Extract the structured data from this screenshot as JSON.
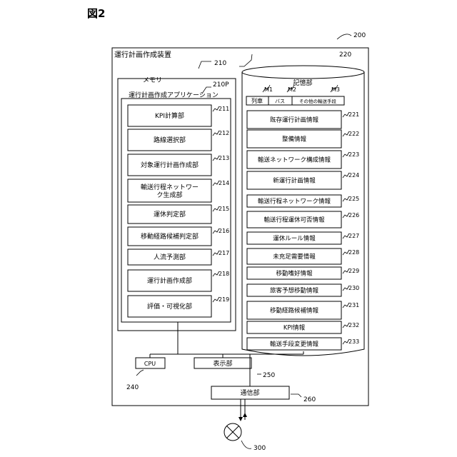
{
  "figure_label": "図2",
  "device": {
    "title": "運行計画作成装置",
    "ref": "200"
  },
  "memory": {
    "title": "メモリ",
    "ref": "210"
  },
  "application": {
    "title": "運行計画作成アプリケーション",
    "ref": "210P",
    "modules": [
      {
        "label": "KPI計算部",
        "ref": "211"
      },
      {
        "label": "路線選択部",
        "ref": "212"
      },
      {
        "label": "対象運行計画作成部",
        "ref": "213"
      },
      {
        "label": "輸送行程ネットワーク生成部",
        "ref": "214"
      },
      {
        "label": "運休判定部",
        "ref": "215"
      },
      {
        "label": "移動経路候補判定部",
        "ref": "216"
      },
      {
        "label": "人流予測部",
        "ref": "217"
      },
      {
        "label": "運行計画作成部",
        "ref": "218"
      },
      {
        "label": "評価・可視化部",
        "ref": "219"
      }
    ]
  },
  "storage": {
    "title": "記憶部",
    "ref": "220",
    "mode_tabs": [
      {
        "label": "列車",
        "ref": "M1"
      },
      {
        "label": "バス",
        "ref": "M2"
      },
      {
        "label": "その他の輸送手段",
        "ref": "M3"
      }
    ],
    "items": [
      {
        "label": "既存運行計画情報",
        "ref": "221"
      },
      {
        "label": "整備情報",
        "ref": "222"
      },
      {
        "label": "輸送ネットワーク構成情報",
        "ref": "223"
      },
      {
        "label": "新運行計画情報",
        "ref": "224"
      },
      {
        "label": "輸送行程ネットワーク情報",
        "ref": "225"
      },
      {
        "label": "輸送行程運休可否情報",
        "ref": "226"
      },
      {
        "label": "運休ルール情報",
        "ref": "227"
      },
      {
        "label": "未充足需要情報",
        "ref": "228"
      },
      {
        "label": "移動嗜好情報",
        "ref": "229"
      },
      {
        "label": "旅客予想移動情報",
        "ref": "230"
      },
      {
        "label": "移動経路候補情報",
        "ref": "231"
      },
      {
        "label": "KPI情報",
        "ref": "232"
      },
      {
        "label": "輸送手段変更情報",
        "ref": "233"
      }
    ]
  },
  "cpu": {
    "label": "CPU",
    "ref": "240"
  },
  "display": {
    "label": "表示部",
    "ref": "250"
  },
  "communication": {
    "label": "通信部",
    "ref": "260"
  },
  "network": {
    "ref": "300"
  }
}
